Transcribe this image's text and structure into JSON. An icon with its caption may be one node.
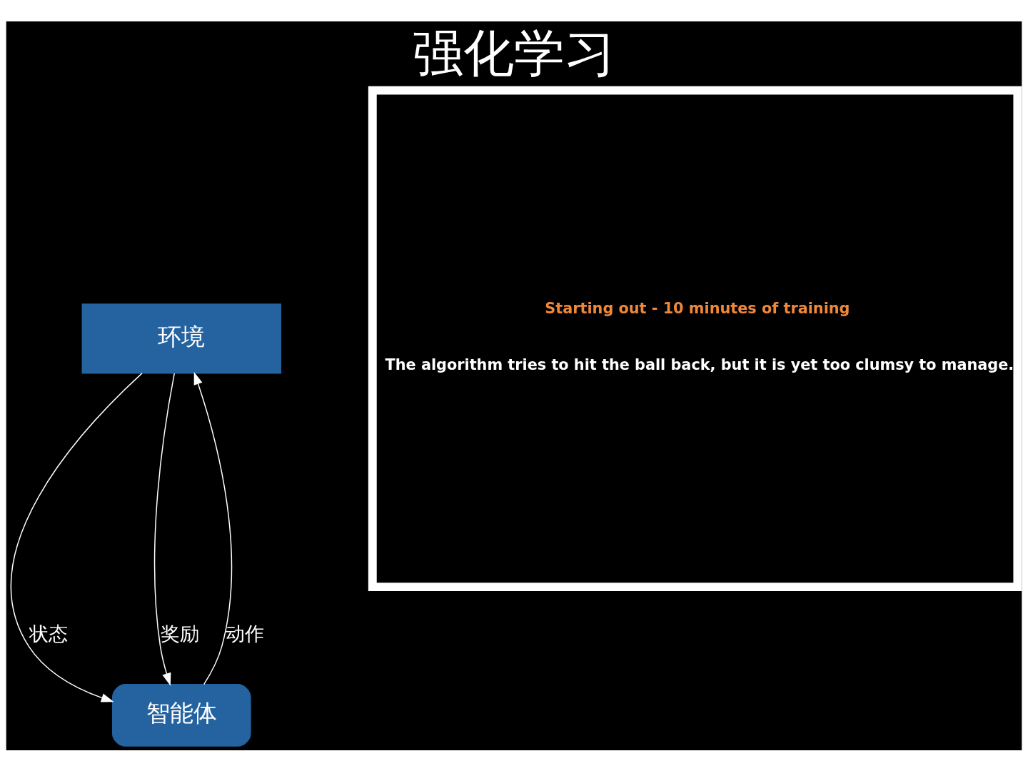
{
  "diagram": {
    "title": "强化学习",
    "nodes": [
      {
        "text": [
          "环境"
        ]
      },
      {
        "text": [
          "智能体"
        ]
      },
      {
        "text": [
          "Starting out - 10 minutes of training",
          "The algorithm tries to hit the ball back, but it is yet too clumsy to manage."
        ]
      }
    ],
    "edges": [
      {
        "from": 0,
        "to": 1,
        "arrow": "to",
        "label": "状态"
      },
      {
        "from": 1,
        "to": 0,
        "arrow": "to",
        "label": "动作"
      },
      {
        "from": 0,
        "to": 1,
        "arrow": "to",
        "label": "奖励"
      }
    ]
  }
}
